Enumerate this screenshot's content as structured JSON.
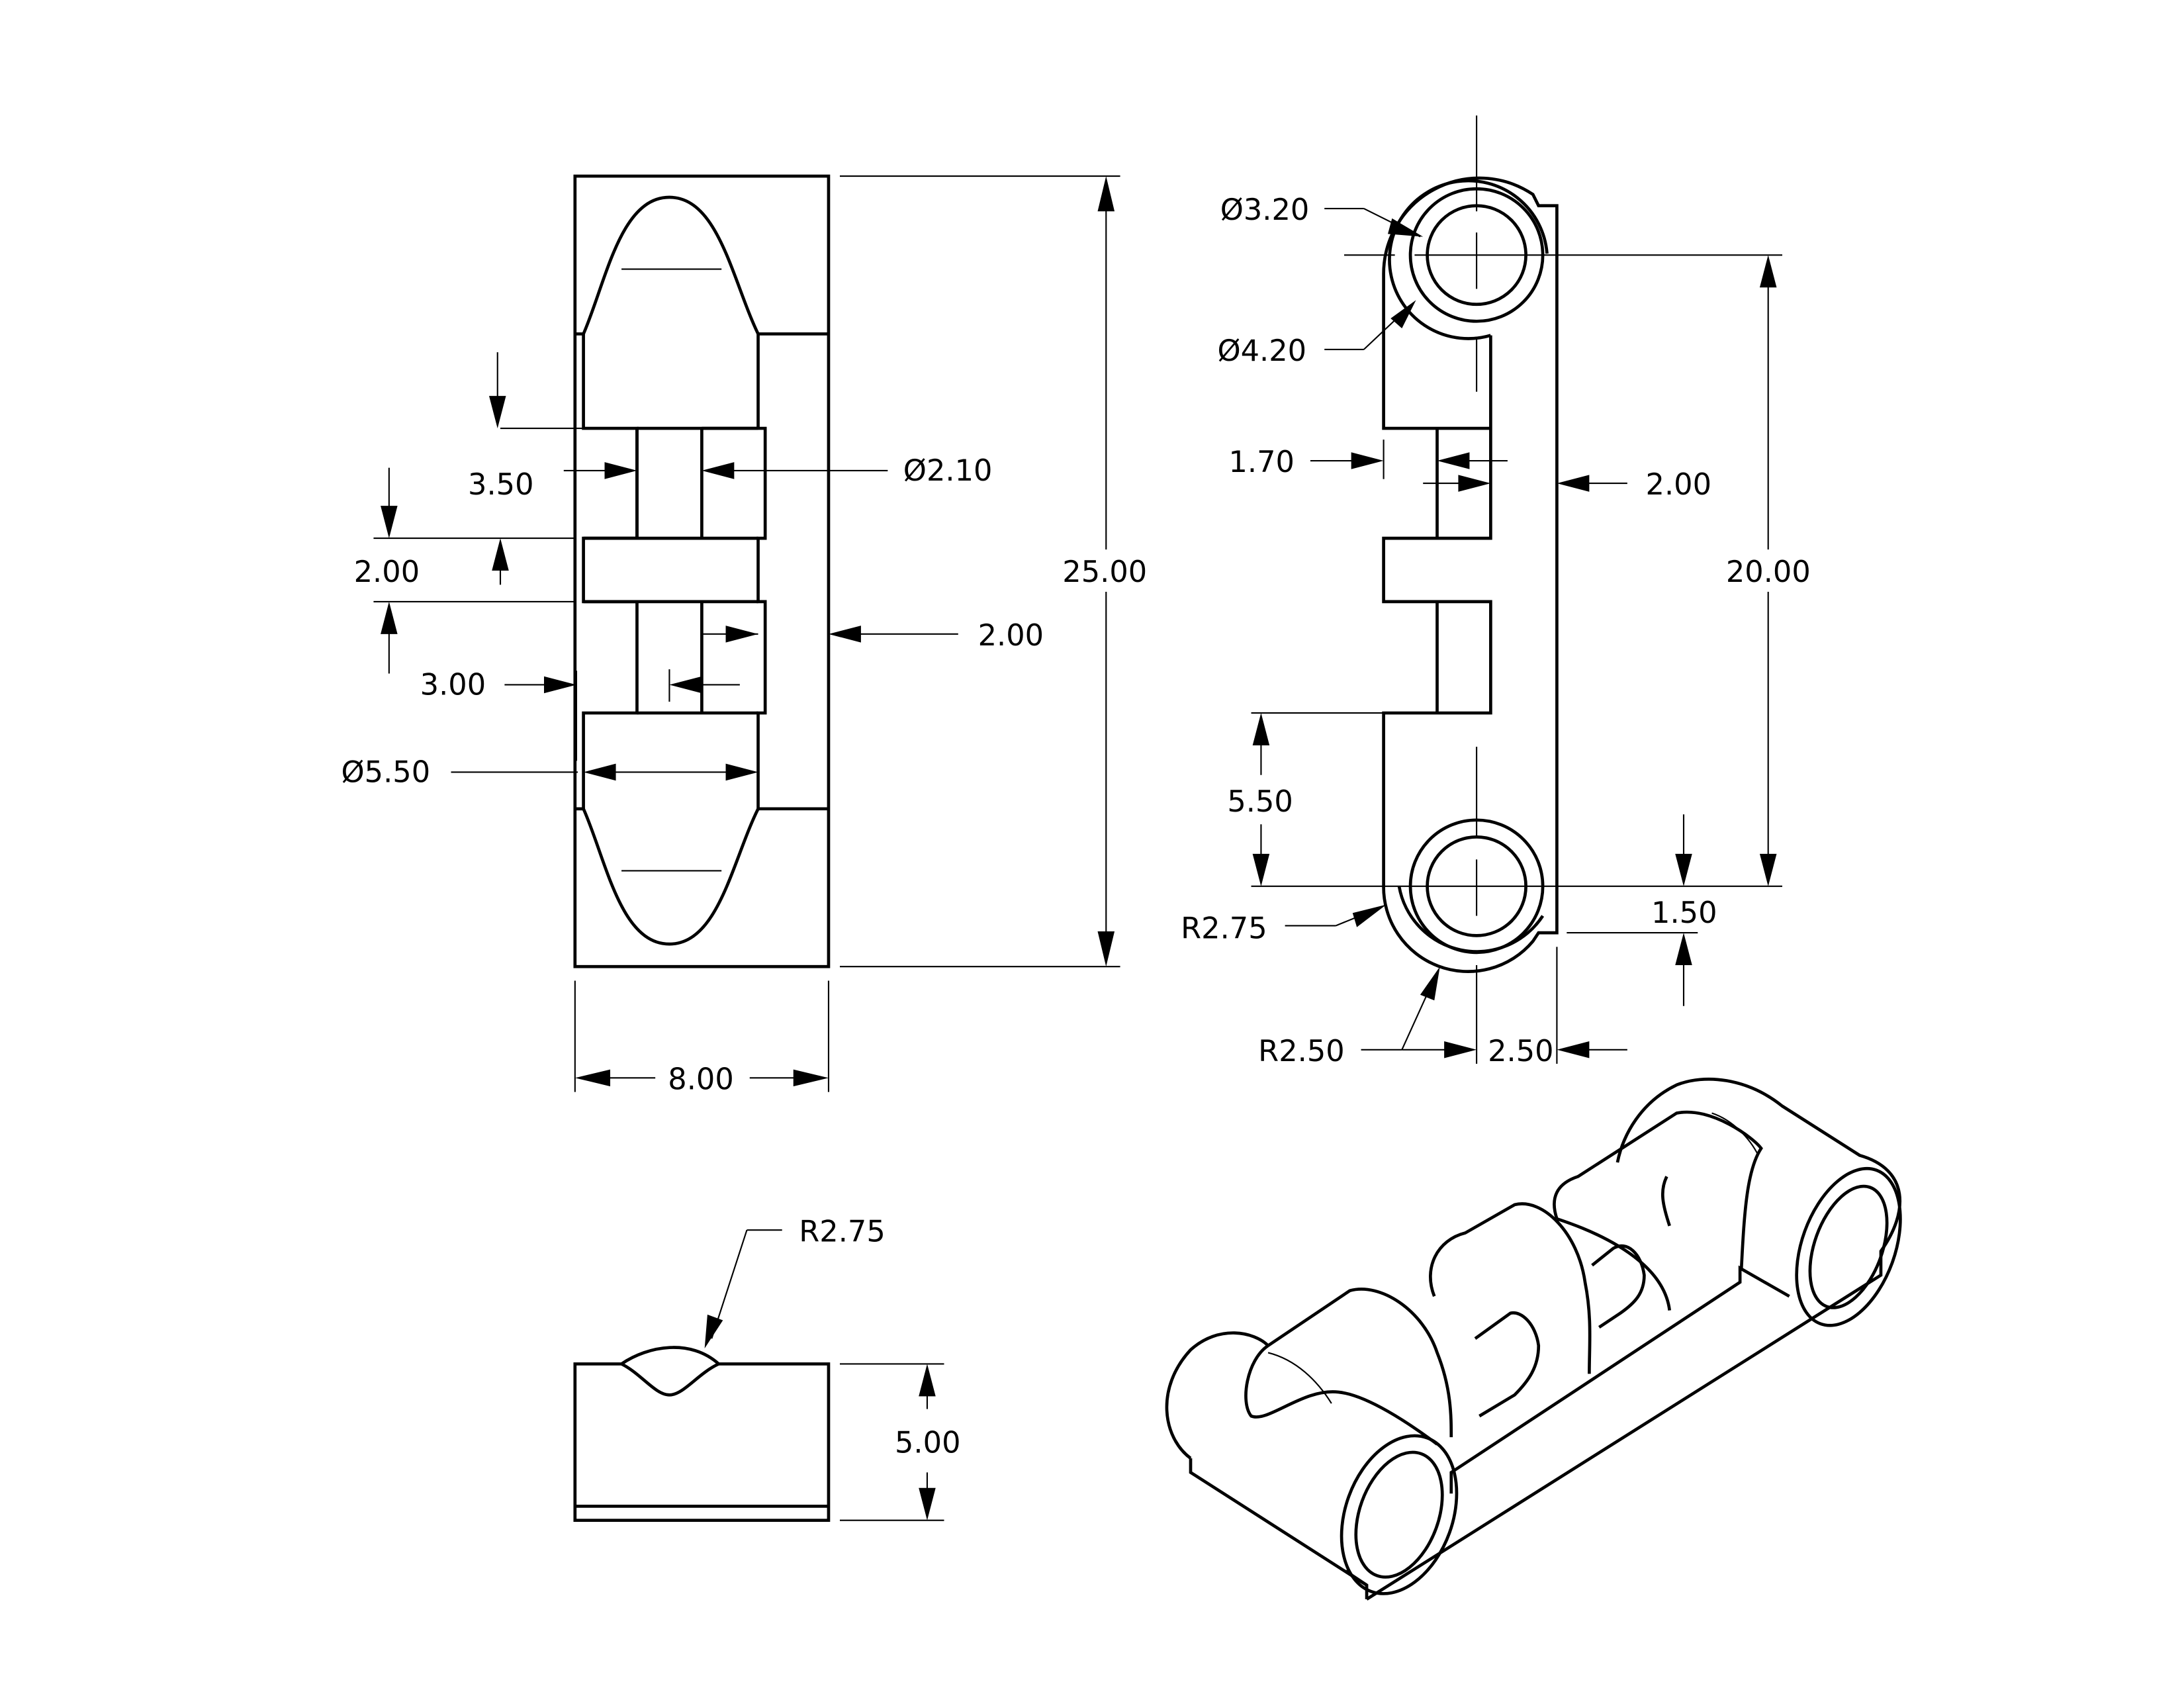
{
  "front_view": {
    "dims": {
      "d_3_50": "3.50",
      "d_2_10": "Ø2.10",
      "d_2_00_left": "2.00",
      "d_3_00": "3.00",
      "d_5_50_dia": "Ø5.50",
      "d_2_00_web": "2.00",
      "d_25_00": "25.00",
      "d_8_00": "8.00"
    }
  },
  "side_view": {
    "dims": {
      "d_3_20": "Ø3.20",
      "d_4_20": "Ø4.20",
      "d_1_70": "1.70",
      "d_2_00": "2.00",
      "d_20_00": "20.00",
      "d_5_50": "5.50",
      "r_2_75": "R2.75",
      "d_1_50": "1.50",
      "r_2_50": "R2.50",
      "d_2_50": "2.50"
    }
  },
  "bottom_view": {
    "dims": {
      "r_2_75": "R2.75",
      "d_5_00": "5.00"
    }
  }
}
